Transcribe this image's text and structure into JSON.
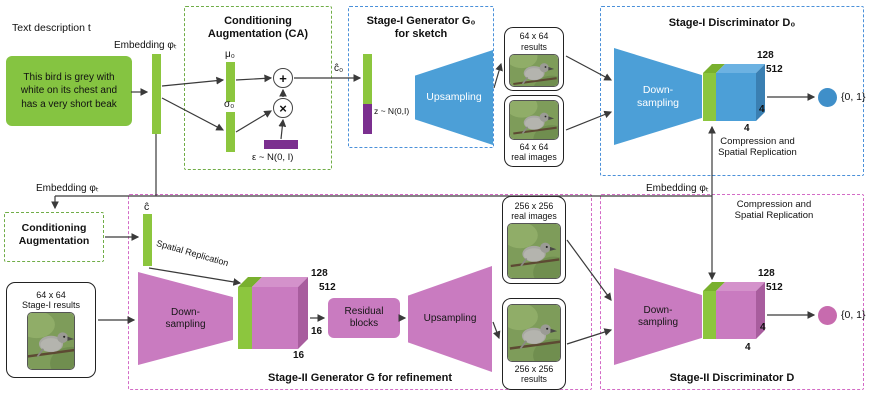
{
  "colors": {
    "green": "#8CC63E",
    "purple": "#7B2F8F",
    "blue": "#4C9FD7",
    "pink": "#C97BC0",
    "ca_border": "#70AD47",
    "stage1_border": "#4A90D9",
    "stage2_border": "#D36BC6"
  },
  "top": {
    "text_description_label": "Text description t",
    "text_sample": "This bird is grey with\nwhite on its chest and\nhas a very short beak",
    "embedding_label": "Embedding φₜ",
    "ca": {
      "title": "Conditioning\nAugmentation (CA)",
      "mu": "μ₀",
      "sigma": "σ₀",
      "plus": "+",
      "times": "×",
      "epsilon": "ε ~ N(0, I)",
      "c_hat": "ĉ₀"
    },
    "generator": {
      "title": "Stage-I Generator G₀\nfor sketch",
      "z": "z ~ N(0,I)",
      "upsampling": "Upsampling"
    },
    "results_label": "64 x 64\nresults",
    "real_label": "64 x 64\nreal images",
    "discriminator": {
      "title": "Stage-I Discriminator D₀",
      "downsampling": "Down-\nsampling",
      "d128": "128",
      "d512": "512",
      "d4a": "4",
      "d4b": "4",
      "compression": "Compression and\nSpatial Replication",
      "output": "{0, 1}"
    }
  },
  "middle": {
    "embedding_left": "Embedding φₜ",
    "embedding_right": "Embedding φₜ"
  },
  "bottom": {
    "ca_title": "Conditioning\nAugmentation",
    "stage1_results_label": "64 x 64\nStage-I results",
    "c_hat": "ĉ",
    "spatial_replication": "Spatial Replication",
    "generator": {
      "title": "Stage-II Generator G for refinement",
      "downsampling": "Down-\nsampling",
      "d128": "128",
      "d512": "512",
      "d16a": "16",
      "d16b": "16",
      "residual": "Residual\nblocks",
      "upsampling": "Upsampling"
    },
    "real_label": "256 x 256\nreal images",
    "results_label": "256 x 256\nresults",
    "discriminator": {
      "title": "Stage-II Discriminator D",
      "compression": "Compression and\nSpatial Replication",
      "downsampling": "Down-\nsampling",
      "d128": "128",
      "d512": "512",
      "d4a": "4",
      "d4b": "4",
      "output": "{0, 1}"
    }
  }
}
